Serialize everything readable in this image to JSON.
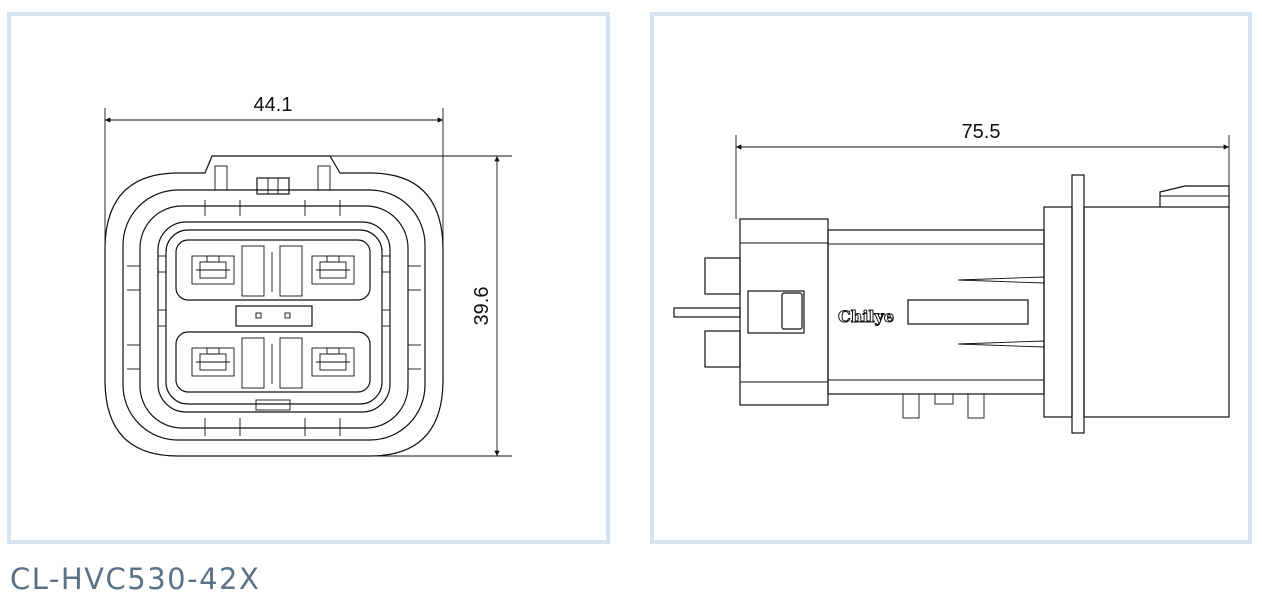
{
  "front_view": {
    "width_dimension": "44.1",
    "height_dimension": "39.6"
  },
  "side_view": {
    "length_dimension": "75.5",
    "brand_mark": "Chilye"
  },
  "model": {
    "label": "CL-HVC530-42X"
  },
  "colors": {
    "panel_border": "#d6e4f1",
    "line": "#111111",
    "label_text": "#5a7186"
  }
}
